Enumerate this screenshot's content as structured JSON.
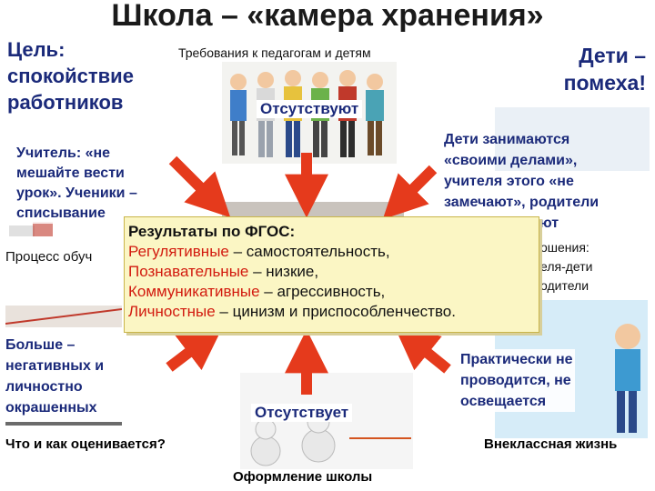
{
  "title": "Школа – «камера хранения»",
  "goal": {
    "line1": "Цель:",
    "line2": "спокойствие",
    "line3": "работников"
  },
  "kids_problem": {
    "line1": "Дети –",
    "line2": "помеха!"
  },
  "requirements": {
    "caption": "Требования к педагогам и детям",
    "status": "Отсутствуют"
  },
  "teacher": {
    "line1": "Учитель: «не",
    "line2": "мешайте вести",
    "line3": "урок». Ученики –",
    "line4": "списывание"
  },
  "process": {
    "caption": "Процесс обуч"
  },
  "children_busy": {
    "line1": "Дети занимаются",
    "line2": "«своими делами»,",
    "line3": "учителя этого «не",
    "line4": "замечают», родители",
    "line5": "ют"
  },
  "relations": {
    "line1": "ошения:",
    "line2": "еля-дети",
    "line3": "одители"
  },
  "fgos": {
    "heading": "Результаты по ФГОС:",
    "rows": [
      {
        "key": "Регулятивные",
        "rest": " – самостоятельность,"
      },
      {
        "key": "Познавательные",
        "rest": " – низкие,"
      },
      {
        "key": "Коммуникативные",
        "rest": " – агрессивность,"
      },
      {
        "key": "Личностные",
        "rest": " – цинизм и  приспособленчество."
      }
    ]
  },
  "negative": {
    "line1": "Больше –",
    "line2": "негативных и",
    "line3": "личностно",
    "line4": "окрашенных"
  },
  "extracurricular": {
    "line1": "Практически не",
    "line2": "проводится, не",
    "line3": "освещается",
    "caption": "Внеклассная жизнь"
  },
  "assessment": {
    "caption": "Что и как оценивается?"
  },
  "design": {
    "status": "Отсутствует",
    "caption": "Оформление школы"
  },
  "colors": {
    "navy": "#1b2a7a",
    "arrow": "#e53a1c",
    "box": "#fbf6c4",
    "key_red": "#d21a0e"
  }
}
